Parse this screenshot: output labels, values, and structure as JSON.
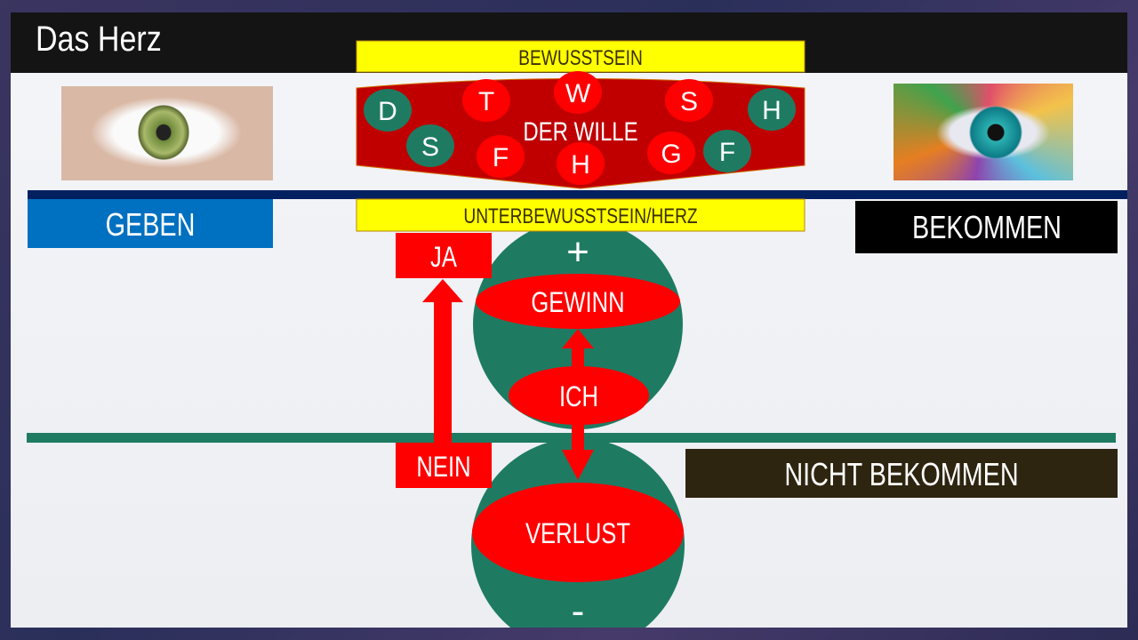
{
  "title": "Das Herz",
  "labels": {
    "bewusstsein": "BEWUSSTSEIN",
    "der_wille": "DER WILLE",
    "unterbewusstsein": "UNTERBEWUSSTSEIN/HERZ",
    "geben": "GEBEN",
    "bekommen": "BEKOMMEN",
    "nicht_bekommen": "NICHT BEKOMMEN",
    "ja": "JA",
    "nein": "NEIN",
    "gewinn": "GEWINN",
    "ich": "ICH",
    "verlust": "VERLUST",
    "plus": "+",
    "minus": "-"
  },
  "letters": [
    "D",
    "S",
    "T",
    "F",
    "W",
    "H",
    "S",
    "G",
    "H",
    "F"
  ],
  "colors": {
    "red": "#ff0000",
    "dark_red": "#c00000",
    "green": "#1e7b62",
    "yellow": "#ffff00",
    "blue": "#0070c0",
    "navy": "#002060"
  }
}
